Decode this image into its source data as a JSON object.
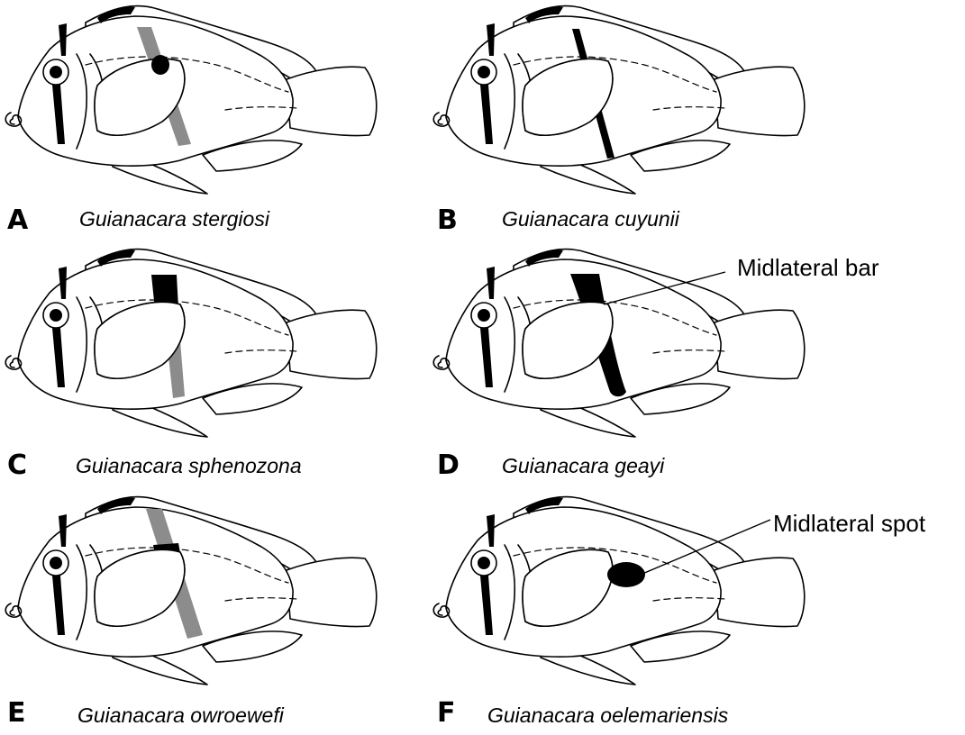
{
  "panels": [
    {
      "letter": "A",
      "species": "Guianacara stergiosi"
    },
    {
      "letter": "B",
      "species": "Guianacara cuyunii"
    },
    {
      "letter": "C",
      "species": "Guianacara sphenozona"
    },
    {
      "letter": "D",
      "species": "Guianacara geayi"
    },
    {
      "letter": "E",
      "species": "Guianacara owroewefi"
    },
    {
      "letter": "F",
      "species": "Guianacara oelemariensis"
    }
  ],
  "callouts": {
    "bar": "Midlateral bar",
    "spot": "Midlateral spot"
  },
  "colors": {
    "outline": "#000000",
    "dark_marking": "#000000",
    "faint_marking": "#8c8c8c",
    "fill": "#ffffff"
  }
}
